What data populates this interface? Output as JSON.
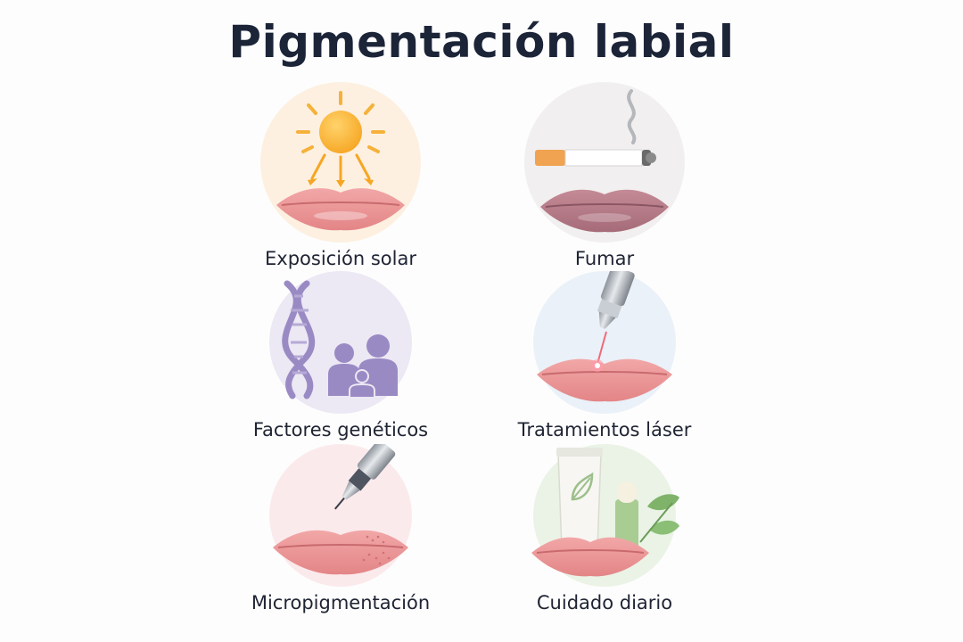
{
  "title": "Pigmentación labial",
  "items": [
    {
      "label": "Exposición solar",
      "icon": "sun-lips-icon",
      "bg": "#fdf0e0"
    },
    {
      "label": "Fumar",
      "icon": "cigarette-lips-icon",
      "bg": "#f1efef"
    },
    {
      "label": "Factores genéticos",
      "icon": "dna-family-icon",
      "bg": "#ece8f4"
    },
    {
      "label": "Tratamientos láser",
      "icon": "laser-lips-icon",
      "bg": "#eaf1f8"
    },
    {
      "label": "Micropigmentación",
      "icon": "micropigmentation-pen-icon",
      "bg": "#fbeaec"
    },
    {
      "label": "Cuidado diario",
      "icon": "lip-care-products-icon",
      "bg": "#eaf3e6"
    }
  ]
}
